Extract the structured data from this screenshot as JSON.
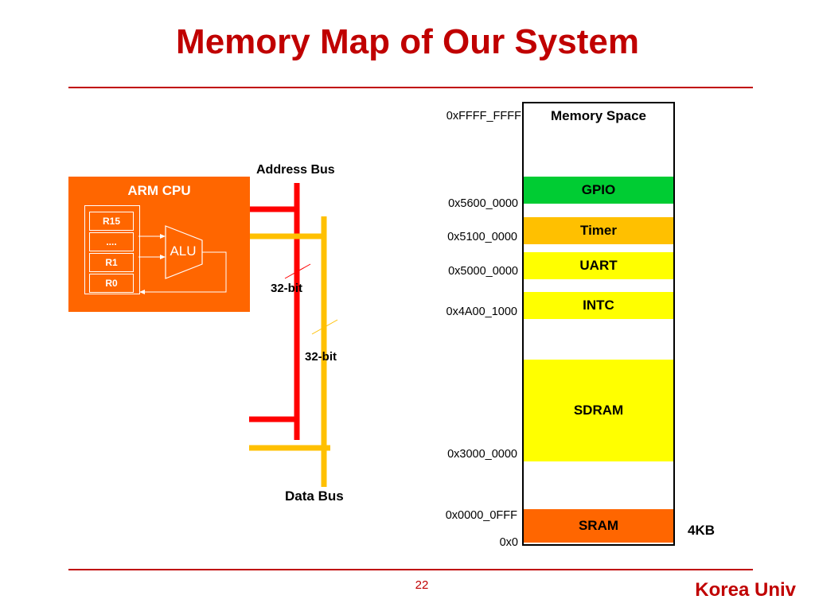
{
  "slide": {
    "title": "Memory Map of Our System",
    "page_number": "22",
    "footer": "Korea Univ"
  },
  "cpu": {
    "title": "ARM CPU",
    "registers": [
      "R15",
      "....",
      "R1",
      "R0"
    ],
    "alu_label": "ALU"
  },
  "buses": {
    "address_label": "Address Bus",
    "data_label": "Data Bus",
    "address_width": "32-bit",
    "data_width": "32-bit"
  },
  "memory": {
    "header": "Memory Space",
    "top_address": "0xFFFF_FFFF",
    "regions": [
      {
        "name": "GPIO",
        "color": "#00cc33"
      },
      {
        "name": "Timer",
        "color": "#ffc000"
      },
      {
        "name": "UART",
        "color": "#ffff00"
      },
      {
        "name": "INTC",
        "color": "#ffff00"
      },
      {
        "name": "SDRAM",
        "color": "#ffff00"
      },
      {
        "name": "SRAM",
        "color": "#ff6600"
      }
    ],
    "addresses": {
      "gpio": "0x5600_0000",
      "timer": "0x5100_0000",
      "uart": "0x5000_0000",
      "intc": "0x4A00_1000",
      "sdram": "0x3000_0000",
      "sram_top": "0x0000_0FFF",
      "zero": "0x0"
    },
    "sram_size": "4KB"
  },
  "colors": {
    "title_red": "#c00000",
    "address_bus": "#ff0000",
    "data_bus": "#ffc000",
    "cpu_orange": "#ff6600"
  }
}
